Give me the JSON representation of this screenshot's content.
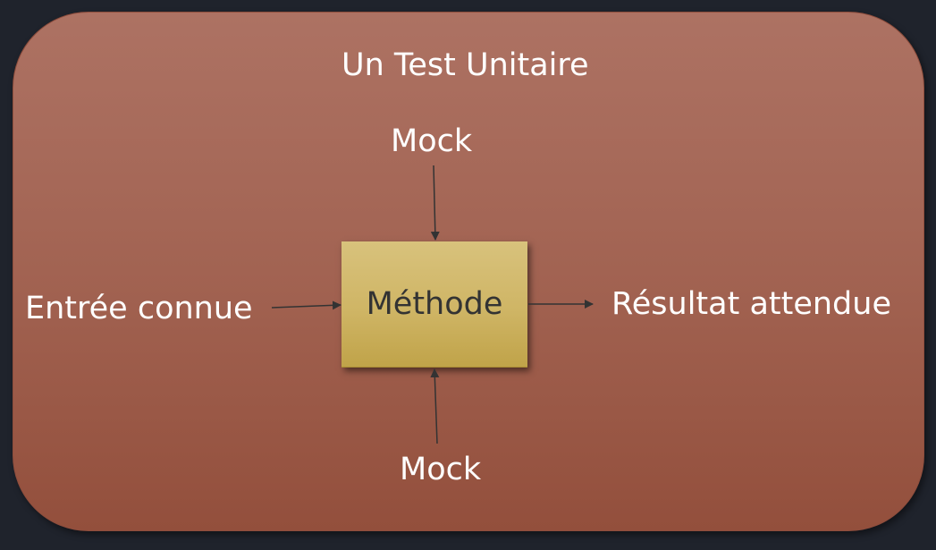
{
  "diagram": {
    "title": "Un Test Unitaire",
    "nodes": {
      "method": "Méthode",
      "mock_top": "Mock",
      "mock_bottom": "Mock",
      "input": "Entrée connue",
      "output": "Résultat attendue"
    },
    "edges": [
      {
        "from": "mock_top",
        "to": "method"
      },
      {
        "from": "mock_bottom",
        "to": "method"
      },
      {
        "from": "input",
        "to": "method"
      },
      {
        "from": "method",
        "to": "output"
      }
    ],
    "colors": {
      "background": "#1f232c",
      "panel_top": "#ad7263",
      "panel_bottom": "#934f3c",
      "box_top": "#d8c27c",
      "box_bottom": "#c0a349",
      "arrow": "#333333",
      "label": "#ffffff"
    }
  }
}
